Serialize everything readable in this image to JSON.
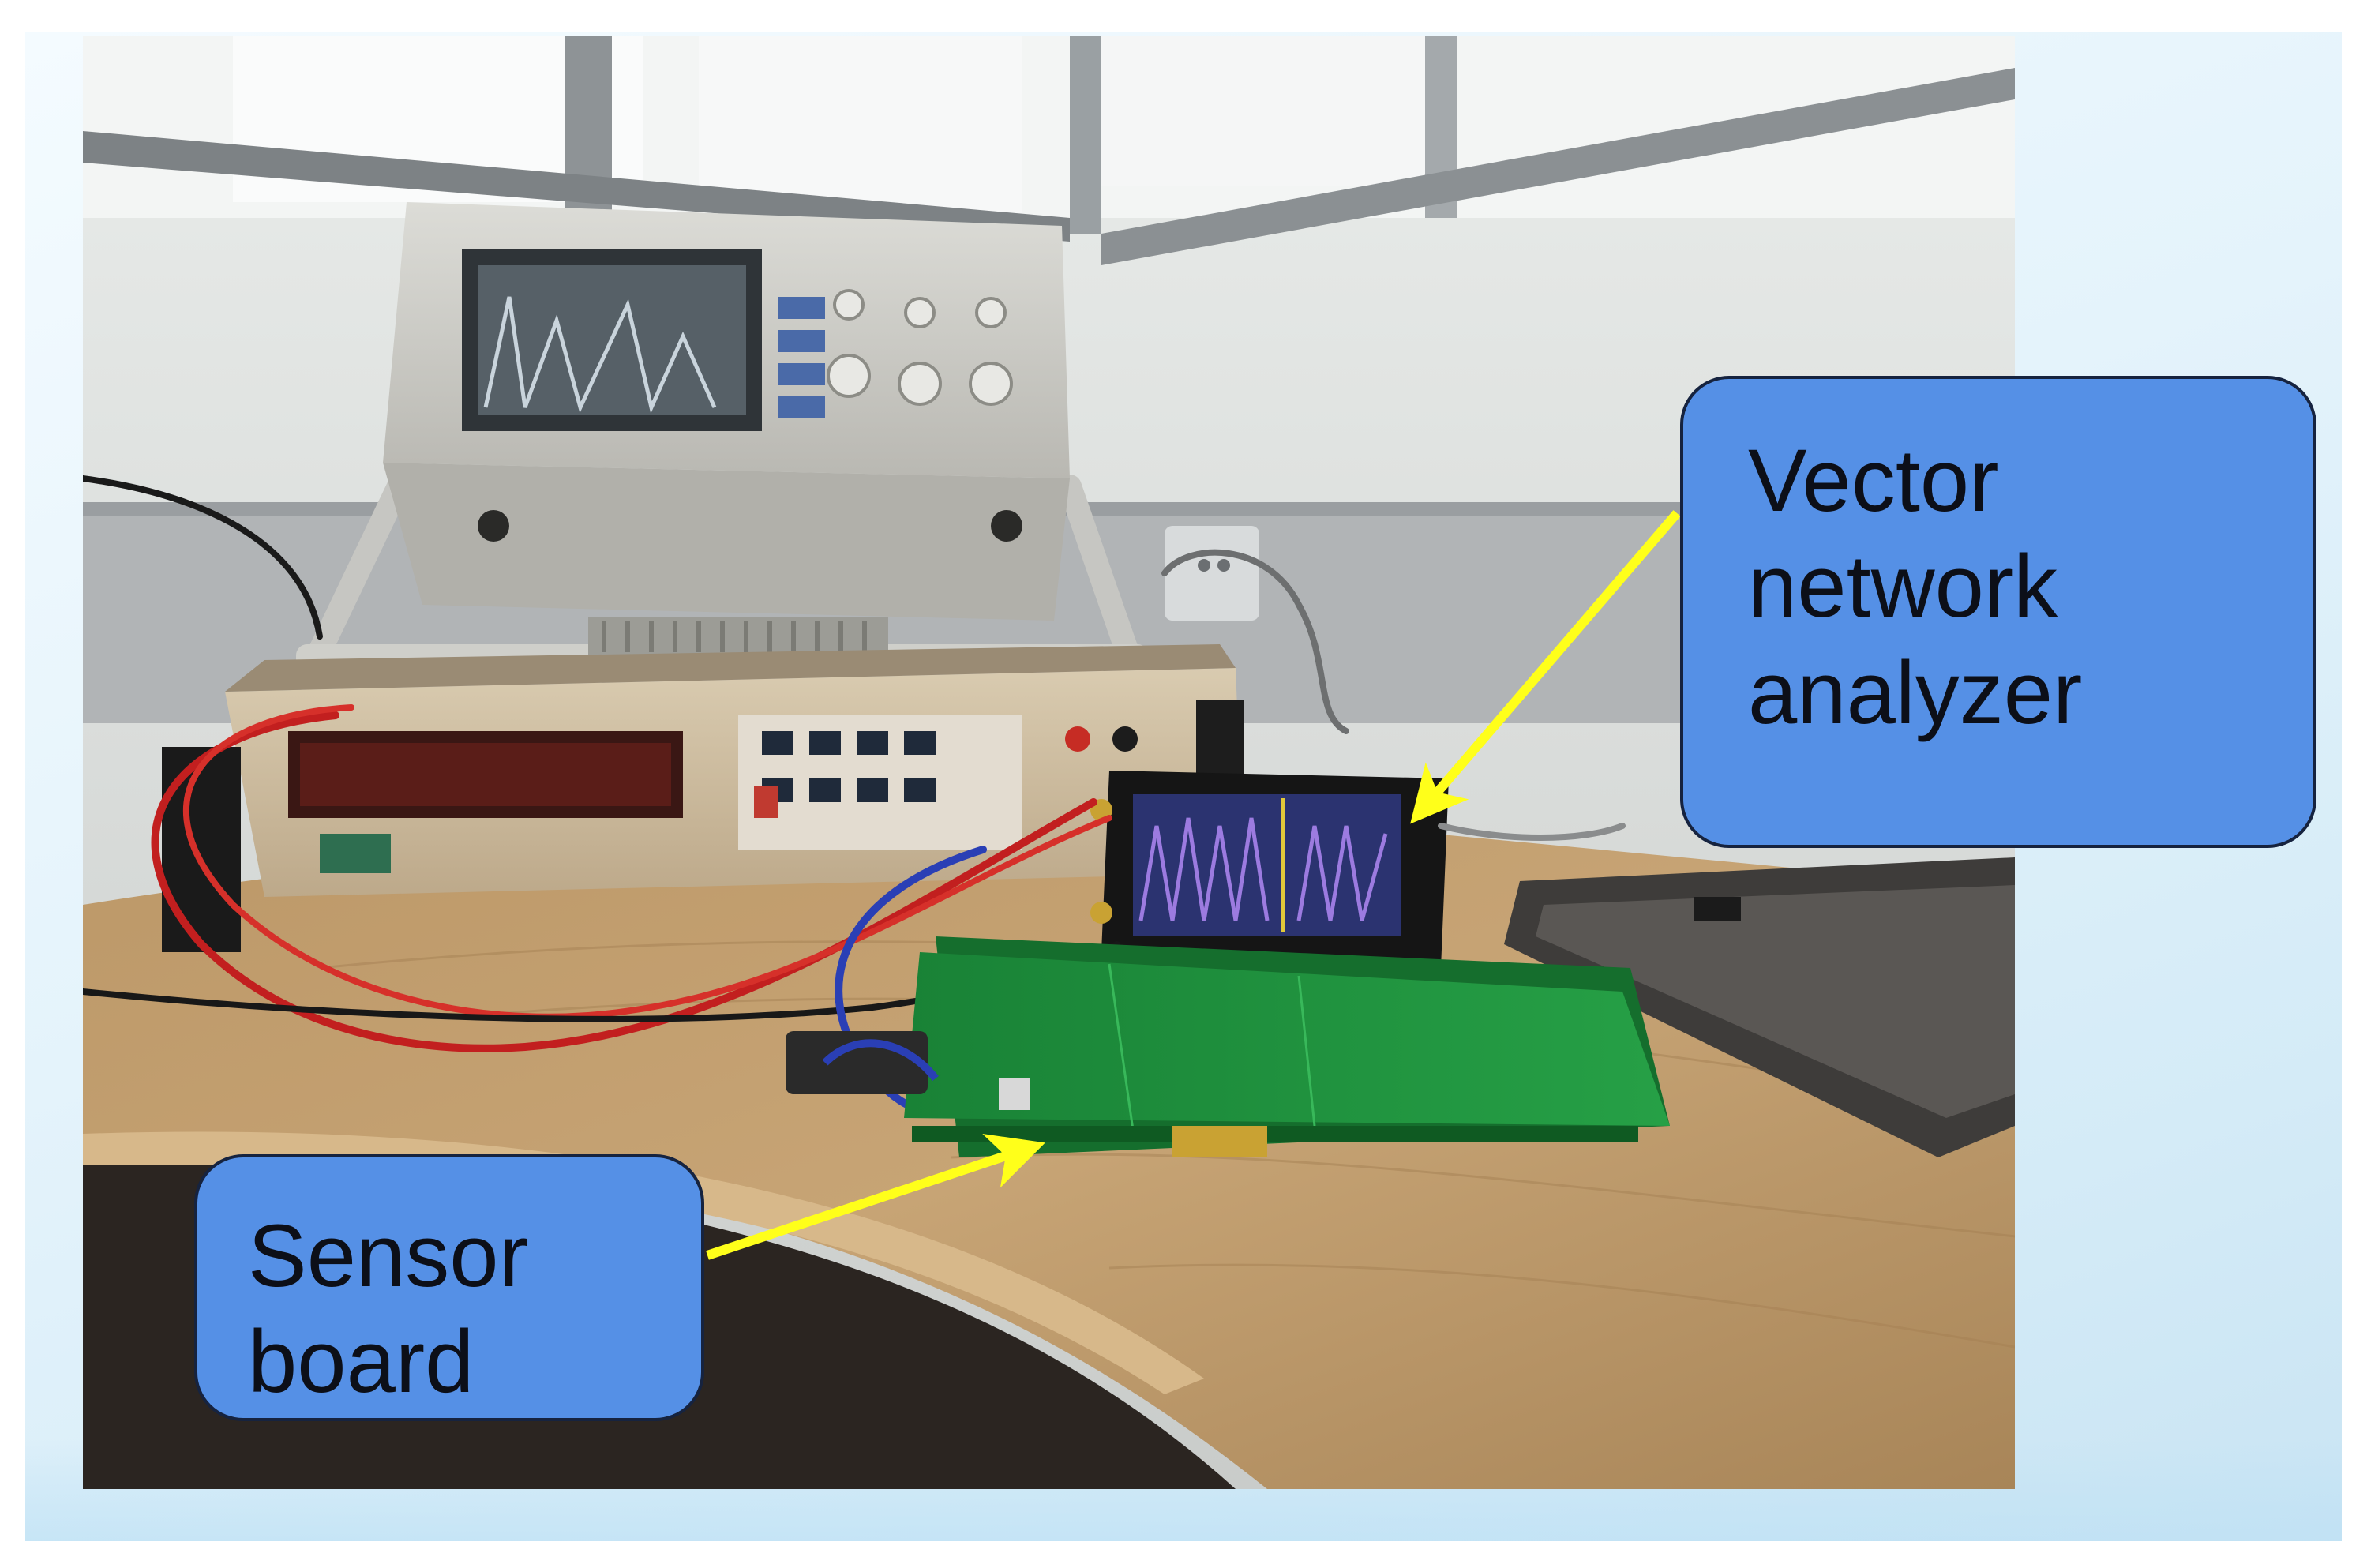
{
  "callouts": {
    "vna": {
      "lines": [
        "Vector",
        "network",
        "analyzer"
      ]
    },
    "sensor": {
      "lines": [
        "Sensor",
        "board"
      ]
    }
  },
  "colors": {
    "callout_fill": "#5590e6",
    "callout_border": "#16233f",
    "arrow": "#ffff1a",
    "pcb_green": "#1e8f3a",
    "desk_wood": "#b08a5c"
  },
  "photo_content": [
    "oscilloscope",
    "digital-multimeter",
    "vector-network-analyzer",
    "sensor-board-pcb",
    "red-cables",
    "blue-coax-cable",
    "wooden-desk",
    "window",
    "wall-outlet",
    "storage-case"
  ]
}
